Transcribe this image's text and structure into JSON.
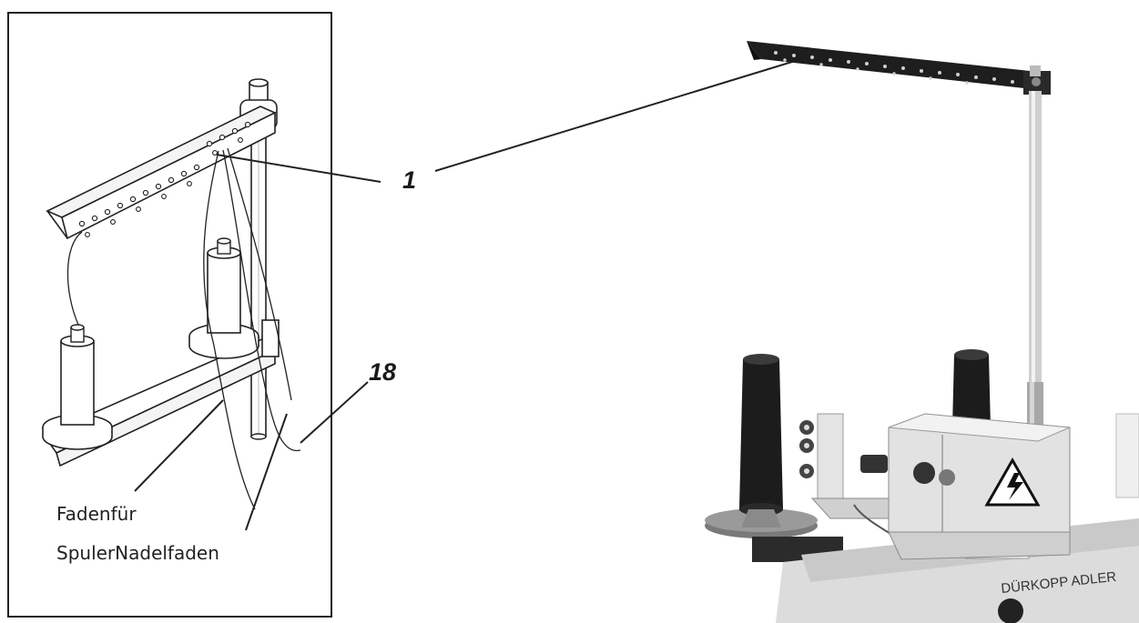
{
  "callouts": {
    "one": "1",
    "eighteen": "18"
  },
  "captions": {
    "line1": "Fadenfür",
    "line2": "SpulerNadelfaden"
  },
  "photo": {
    "brand_label": "DÜRKOPP ADLER"
  },
  "colors": {
    "line": "#222222",
    "metal_dark": "#1e1e1e",
    "metal_light": "#d9d9d9",
    "housing": "#e8e8e8",
    "warning": "#ffffff"
  }
}
